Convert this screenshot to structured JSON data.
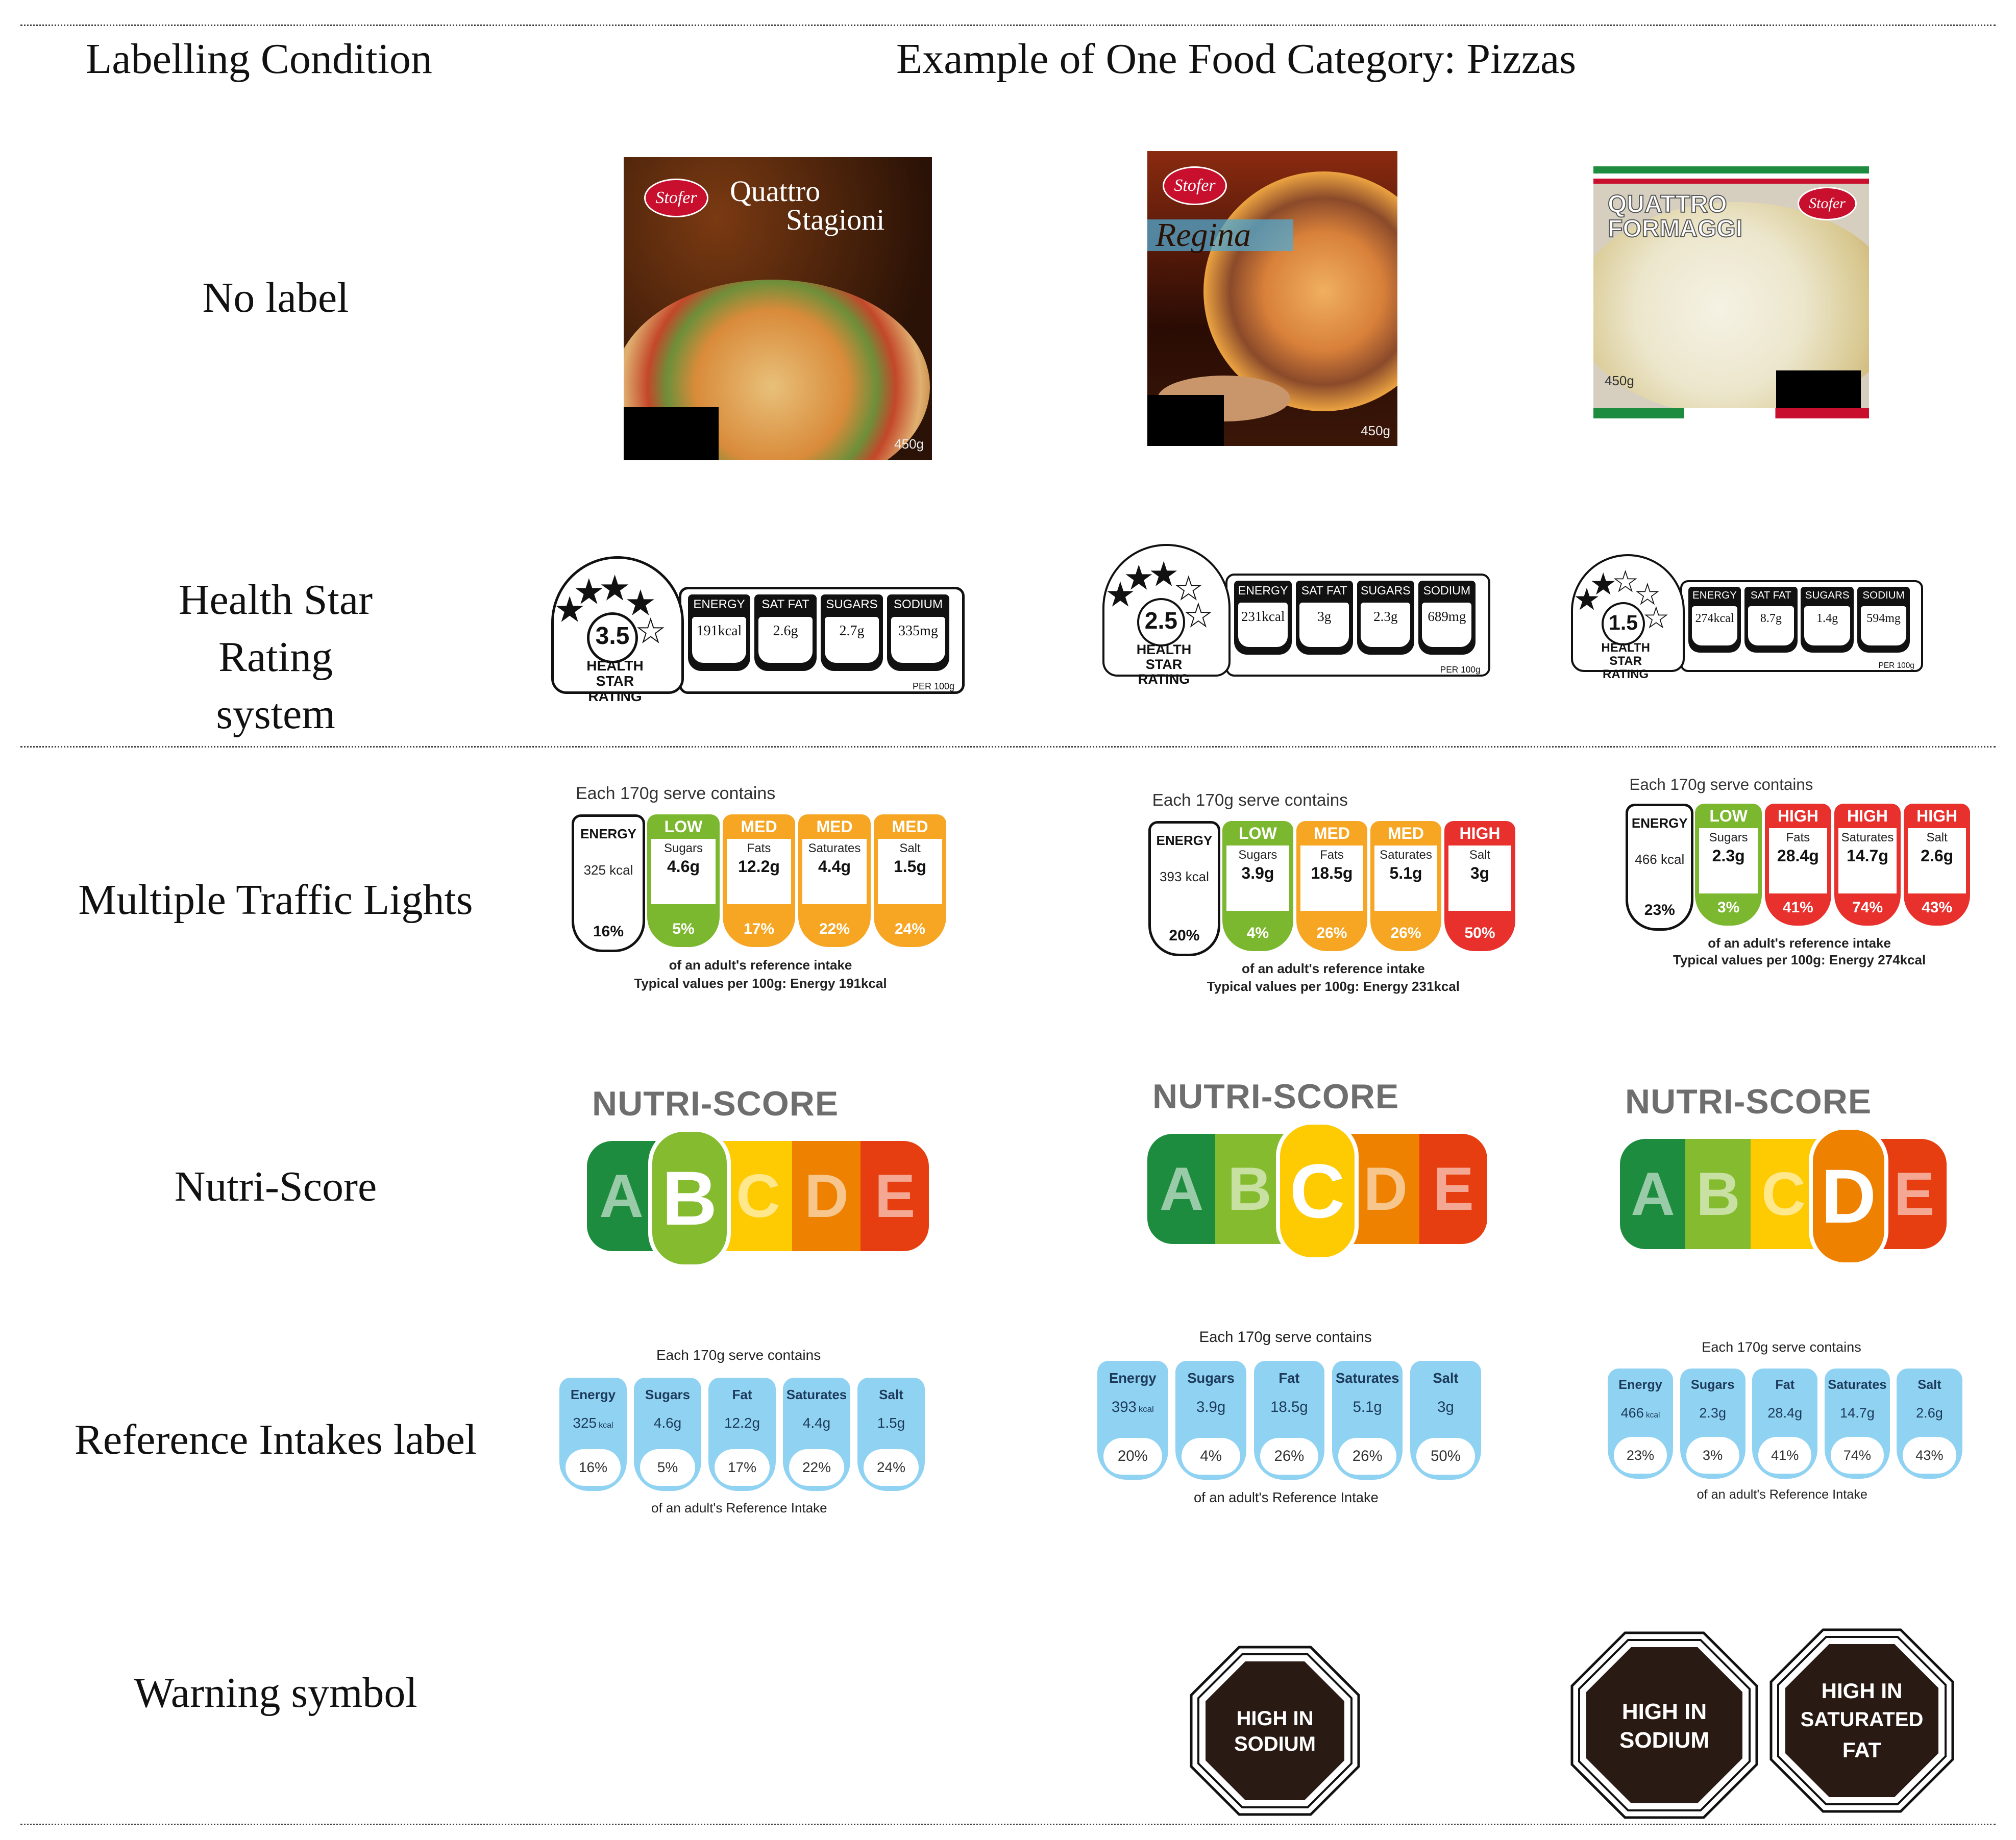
{
  "header": {
    "condition_col": "Labelling Condition",
    "example_col": "Example of One Food Category: Pizzas"
  },
  "conditions": {
    "no_label": "No label",
    "hsr": "Health Star Rating system",
    "mtl": "Multiple Traffic Lights",
    "nutri": "Nutri-Score",
    "ri": "Reference Intakes label",
    "warning": "Warning symbol"
  },
  "products": [
    {
      "brand": "Stofer",
      "name_line1": "Quattro",
      "name_line2": "Stagioni",
      "weight": "450g"
    },
    {
      "brand": "Stofer",
      "name_line1": "Regina",
      "name_line2": "",
      "weight": "450g"
    },
    {
      "brand": "Stofer",
      "name_line1": "QUATTRO",
      "name_line2": "FORMAGGI",
      "weight": "450g"
    }
  ],
  "hsr": {
    "caption": "HEALTH STAR RATING",
    "per": "PER 100g",
    "headers": [
      "ENERGY",
      "SAT FAT",
      "SUGARS",
      "SODIUM"
    ],
    "items": [
      {
        "rating": "3.5",
        "stars": 3.5,
        "values": [
          "191kcal",
          "2.6g",
          "2.7g",
          "335mg"
        ]
      },
      {
        "rating": "2.5",
        "stars": 2.5,
        "values": [
          "231kcal",
          "3g",
          "2.3g",
          "689mg"
        ]
      },
      {
        "rating": "1.5",
        "stars": 1.5,
        "values": [
          "274kcal",
          "8.7g",
          "1.4g",
          "594mg"
        ]
      }
    ]
  },
  "mtl": {
    "caption": "Each 170g serve contains",
    "footer1": "of an adult's reference intake",
    "energy_label": "ENERGY",
    "items": [
      {
        "energy": "325 kcal",
        "energy_pct": "16%",
        "footer2": "Typical values per 100g: Energy 191kcal",
        "cells": [
          {
            "level": "LOW",
            "name": "Sugars",
            "value": "4.6g",
            "pct": "5%",
            "color": "#7cb82f"
          },
          {
            "level": "MED",
            "name": "Fats",
            "value": "12.2g",
            "pct": "17%",
            "color": "#f6a623"
          },
          {
            "level": "MED",
            "name": "Saturates",
            "value": "4.4g",
            "pct": "22%",
            "color": "#f6a623"
          },
          {
            "level": "MED",
            "name": "Salt",
            "value": "1.5g",
            "pct": "24%",
            "color": "#f6a623"
          }
        ]
      },
      {
        "energy": "393 kcal",
        "energy_pct": "20%",
        "footer2": "Typical values per 100g: Energy 231kcal",
        "cells": [
          {
            "level": "LOW",
            "name": "Sugars",
            "value": "3.9g",
            "pct": "4%",
            "color": "#7cb82f"
          },
          {
            "level": "MED",
            "name": "Fats",
            "value": "18.5g",
            "pct": "26%",
            "color": "#f6a623"
          },
          {
            "level": "MED",
            "name": "Saturates",
            "value": "5.1g",
            "pct": "26%",
            "color": "#f6a623"
          },
          {
            "level": "HIGH",
            "name": "Salt",
            "value": "3g",
            "pct": "50%",
            "color": "#e8302d"
          }
        ]
      },
      {
        "energy": "466 kcal",
        "energy_pct": "23%",
        "footer2": "Typical values per 100g: Energy 274kcal",
        "cells": [
          {
            "level": "LOW",
            "name": "Sugars",
            "value": "2.3g",
            "pct": "3%",
            "color": "#7cb82f"
          },
          {
            "level": "HIGH",
            "name": "Fats",
            "value": "28.4g",
            "pct": "41%",
            "color": "#e8302d"
          },
          {
            "level": "HIGH",
            "name": "Saturates",
            "value": "14.7g",
            "pct": "74%",
            "color": "#e8302d"
          },
          {
            "level": "HIGH",
            "name": "Salt",
            "value": "2.6g",
            "pct": "43%",
            "color": "#e8302d"
          }
        ]
      }
    ]
  },
  "nutri": {
    "title": "NUTRI-SCORE",
    "letters": [
      "A",
      "B",
      "C",
      "D",
      "E"
    ],
    "colors": [
      "#1e8c3e",
      "#85bb2f",
      "#fecb02",
      "#ee8100",
      "#e63e11"
    ],
    "selected": [
      "B",
      "C",
      "D"
    ]
  },
  "ri": {
    "caption": "Each 170g serve contains",
    "footer": "of an adult's Reference Intake",
    "names": [
      "Energy",
      "Sugars",
      "Fat",
      "Saturates",
      "Salt"
    ],
    "items": [
      {
        "energy": "325",
        "values": [
          "4.6g",
          "12.2g",
          "4.4g",
          "1.5g"
        ],
        "pcts": [
          "16%",
          "5%",
          "17%",
          "22%",
          "24%"
        ]
      },
      {
        "energy": "393",
        "values": [
          "3.9g",
          "18.5g",
          "5.1g",
          "3g"
        ],
        "pcts": [
          "20%",
          "4%",
          "26%",
          "26%",
          "50%"
        ]
      },
      {
        "energy": "466",
        "values": [
          "2.3g",
          "28.4g",
          "14.7g",
          "2.6g"
        ],
        "pcts": [
          "23%",
          "3%",
          "41%",
          "74%",
          "43%"
        ]
      }
    ],
    "kcal_unit": "kcal"
  },
  "warning": {
    "sodium_l1": "HIGH IN",
    "sodium_l2": "SODIUM",
    "satfat_l1": "HIGH IN",
    "satfat_l2": "SATURATED",
    "satfat_l3": "FAT"
  }
}
